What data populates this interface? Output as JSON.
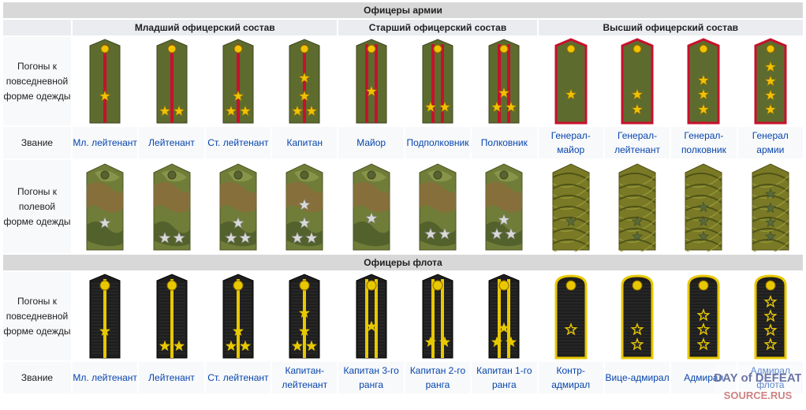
{
  "army": {
    "title": "Офицеры армии",
    "groups": [
      "Младший офицерский состав",
      "Старший офицерский состав",
      "Высший офицерский состав"
    ],
    "row_labels": {
      "everyday": "Погоны к повседневной форме одежды",
      "rank": "Звание",
      "field": "Погоны к полевой форме одежды"
    },
    "ranks": [
      {
        "name": "Мл. лейтенант"
      },
      {
        "name": "Лейтенант"
      },
      {
        "name": "Ст. лейтенант"
      },
      {
        "name": "Капитан"
      },
      {
        "name": "Майор"
      },
      {
        "name": "Подполковник"
      },
      {
        "name": "Полковник"
      },
      {
        "name": "Генерал-майор"
      },
      {
        "name": "Генерал-лейтенант"
      },
      {
        "name": "Генерал-полковник"
      },
      {
        "name": "Генерал армии"
      }
    ]
  },
  "navy": {
    "title": "Офицеры флота",
    "row_labels": {
      "everyday": "Погоны к повседневной форме одежды",
      "rank": "Звание"
    },
    "ranks": [
      {
        "name": "Мл. лейтенант"
      },
      {
        "name": "Лейтенант"
      },
      {
        "name": "Ст. лейтенант"
      },
      {
        "name": "Капитан-лейтенант"
      },
      {
        "name": "Капитан 3-го ранга"
      },
      {
        "name": "Капитан 2-го ранга"
      },
      {
        "name": "Капитан 1-го ранга"
      },
      {
        "name": "Контр-адмирал"
      },
      {
        "name": "Вице-адмирал"
      },
      {
        "name": "Адмирал"
      },
      {
        "name": "Адмирал флота"
      }
    ]
  },
  "watermark": {
    "line1": "DAY of DEFEAT",
    "line2": "SOURCE.RUS"
  },
  "colors": {
    "army_green": "#5e6b2e",
    "army_red": "#c8102e",
    "star_gold": "#f2c200",
    "camo_a": "#6f7d38",
    "camo_b": "#8c6c3b",
    "navy_black": "#1e1e1e",
    "navy_gold": "#e8c800",
    "header_bg": "#d8d8d8",
    "link": "#0645ad"
  }
}
